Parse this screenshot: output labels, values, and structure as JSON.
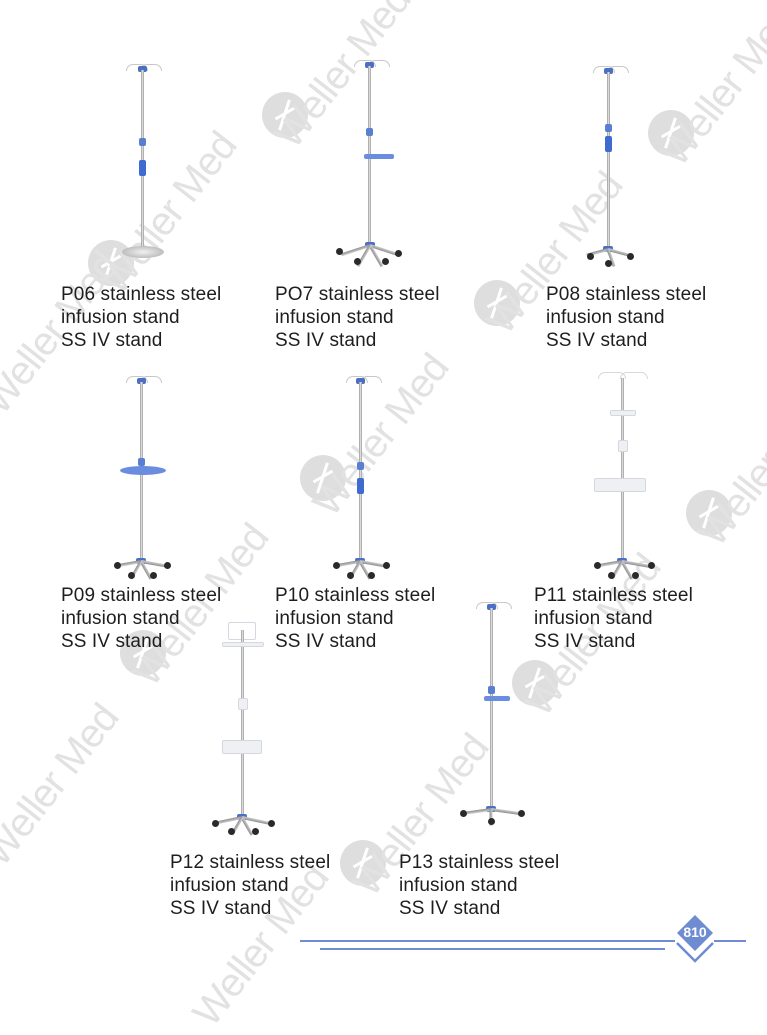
{
  "watermark": {
    "brand_text": "Weller Med",
    "logo_icon": "weller-med-logo-icon"
  },
  "products": [
    {
      "code": "P06",
      "title_line": "P06 stainless steel",
      "desc_line": "infusion stand",
      "alt_line": "SS IV stand",
      "base": "round disc base",
      "accessory": "none"
    },
    {
      "code": "PO7",
      "title_line": "PO7 stainless steel",
      "desc_line": "infusion stand",
      "alt_line": "SS IV stand",
      "base": "5-leg castor base",
      "accessory": "blue bottle holder"
    },
    {
      "code": "P08",
      "title_line": "P08 stainless steel",
      "desc_line": "infusion stand",
      "alt_line": "SS IV stand",
      "base": "5-leg castor base",
      "accessory": "none"
    },
    {
      "code": "P09",
      "title_line": "P09 stainless steel",
      "desc_line": "infusion stand",
      "alt_line": "SS IV stand",
      "base": "5-leg castor base",
      "accessory": "blue round tray"
    },
    {
      "code": "P10",
      "title_line": "P10 stainless steel",
      "desc_line": "infusion stand",
      "alt_line": "SS IV stand",
      "base": "5-leg castor base",
      "accessory": "none"
    },
    {
      "code": "P11",
      "title_line": "P11 stainless steel",
      "desc_line": "infusion stand",
      "alt_line": "SS IV stand",
      "base": "5-leg castor base",
      "accessory": "white basket tray"
    },
    {
      "code": "P12",
      "title_line": "P12 stainless steel",
      "desc_line": "infusion stand",
      "alt_line": "SS IV stand",
      "base": "5-leg castor base",
      "accessory": "white basket tray"
    },
    {
      "code": "P13",
      "title_line": "P13 stainless steel",
      "desc_line": "infusion stand",
      "alt_line": "SS IV stand",
      "base": "4-leg castor base",
      "accessory": "blue bottle holder"
    }
  ],
  "footer": {
    "page_number": "810",
    "accent_color": "#6f8bd2"
  }
}
